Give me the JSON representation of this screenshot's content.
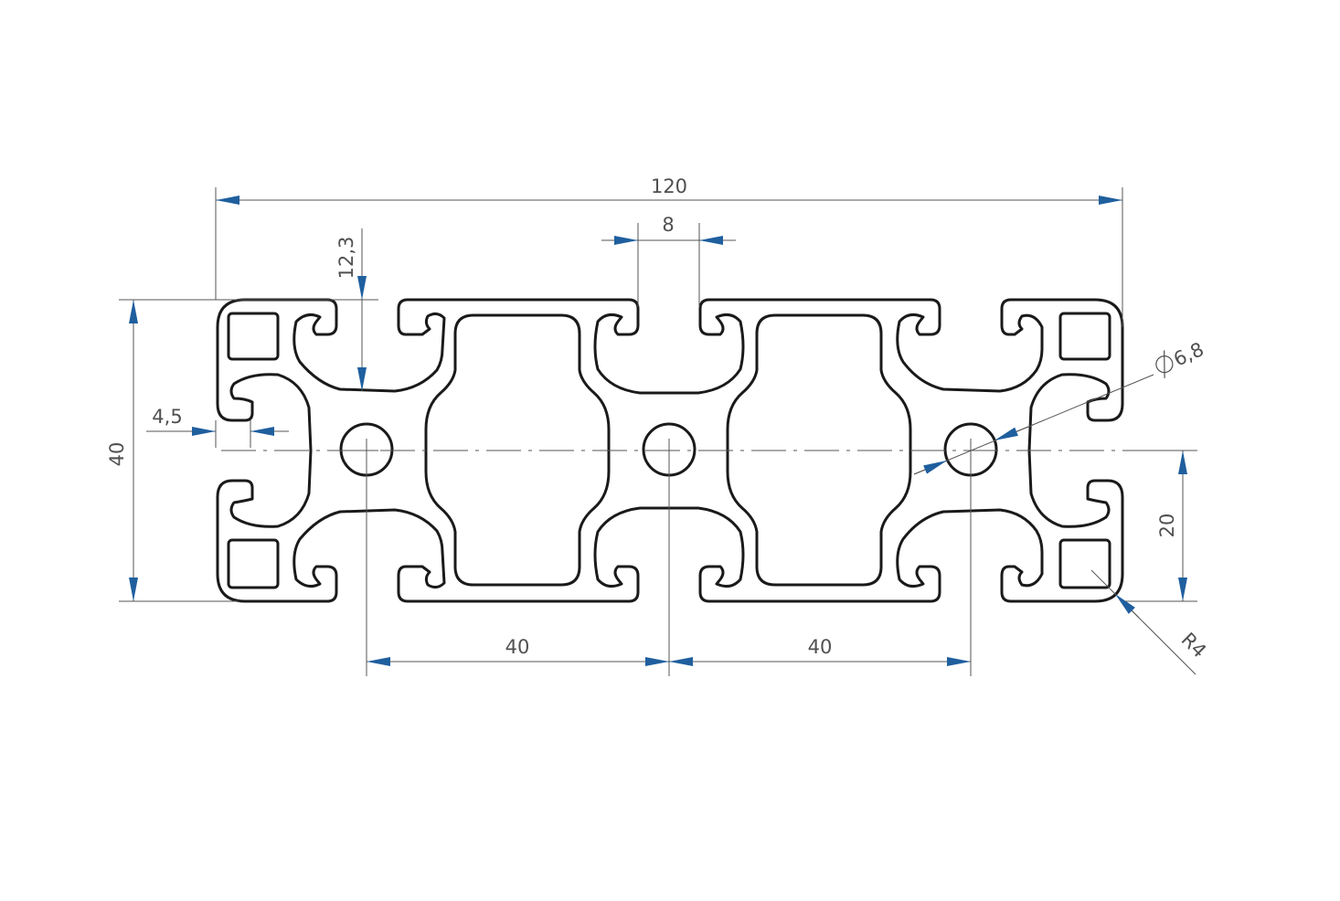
{
  "colors": {
    "outline": "#1a1a1a",
    "dimension_line": "#555555",
    "arrow": "#1f5f9e",
    "text": "#505050"
  },
  "dimensions": {
    "overall_width": "120",
    "slot_width": "8",
    "slot_depth": "12,3",
    "height": "40",
    "lip": "4,5",
    "hole_diameter": "6,8",
    "half_height": "20",
    "pitch_left": "40",
    "pitch_right": "40",
    "corner_radius": "R4"
  }
}
